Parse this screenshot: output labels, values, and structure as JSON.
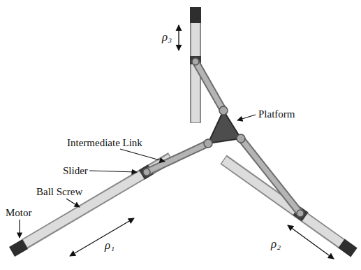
{
  "diagram": {
    "labels": [
      "ρ₃",
      "Intermediate Link",
      "Platform",
      "Slider",
      "Ball Screw",
      "Motor",
      "ρ₁",
      "ρ₂"
    ]
  }
}
